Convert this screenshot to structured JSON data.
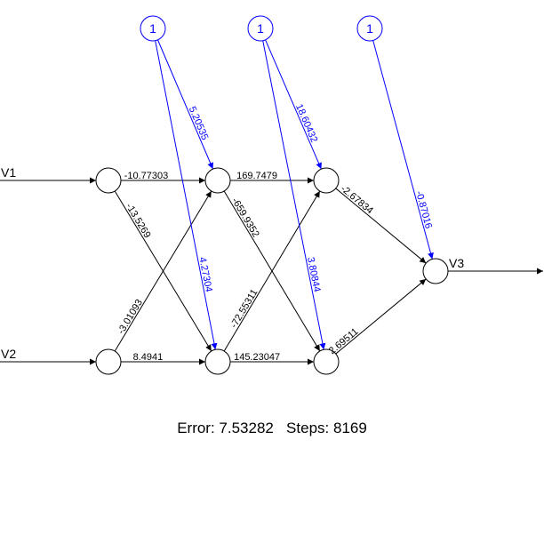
{
  "inputs": [
    {
      "id": "in1",
      "label": "V1"
    },
    {
      "id": "in2",
      "label": "V2"
    }
  ],
  "output": {
    "id": "out",
    "label": "V3"
  },
  "bias_nodes": [
    {
      "id": "b1",
      "label": "1"
    },
    {
      "id": "b2",
      "label": "1"
    },
    {
      "id": "b3",
      "label": "1"
    }
  ],
  "connections": [
    {
      "from": "in1",
      "to": "h11",
      "weight": "-10.77303",
      "kind": "weight"
    },
    {
      "from": "in1",
      "to": "h12",
      "weight": "-13.5269",
      "kind": "weight"
    },
    {
      "from": "in2",
      "to": "h11",
      "weight": "-3.01093",
      "kind": "weight"
    },
    {
      "from": "in2",
      "to": "h12",
      "weight": "8.4941",
      "kind": "weight"
    },
    {
      "from": "h11",
      "to": "h21",
      "weight": "169.7479",
      "kind": "weight"
    },
    {
      "from": "h11",
      "to": "h22",
      "weight": "-659.9352",
      "kind": "weight"
    },
    {
      "from": "h12",
      "to": "h21",
      "weight": "-72.55311",
      "kind": "weight"
    },
    {
      "from": "h12",
      "to": "h22",
      "weight": "145.23047",
      "kind": "weight"
    },
    {
      "from": "h21",
      "to": "out",
      "weight": "-2.67834",
      "kind": "weight"
    },
    {
      "from": "h22",
      "to": "out",
      "weight": "2.69511",
      "kind": "weight"
    },
    {
      "from": "b1",
      "to": "h11",
      "weight": "5.20535",
      "kind": "bias"
    },
    {
      "from": "b1",
      "to": "h12",
      "weight": "4.27304",
      "kind": "bias"
    },
    {
      "from": "b2",
      "to": "h21",
      "weight": "18.60432",
      "kind": "bias"
    },
    {
      "from": "b2",
      "to": "h22",
      "weight": "3.80844",
      "kind": "bias"
    },
    {
      "from": "b3",
      "to": "out",
      "weight": "-0.87016",
      "kind": "bias"
    }
  ],
  "footer": {
    "error_label": "Error:",
    "error_value": "7.53282",
    "steps_label": "Steps:",
    "steps_value": "8169"
  },
  "colors": {
    "weight": "#000000",
    "bias": "#0000ff",
    "node_stroke": "#000000",
    "background": "#ffffff"
  }
}
